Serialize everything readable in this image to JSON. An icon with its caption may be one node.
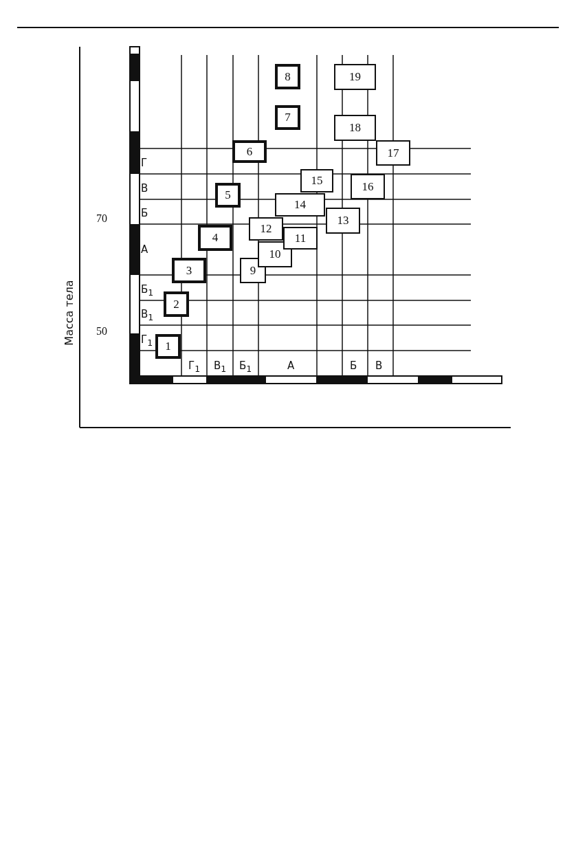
{
  "diagram": {
    "nodes": [
      {
        "text": [
          "1"
        ]
      },
      {
        "text": [
          "2"
        ]
      },
      {
        "text": [
          "3"
        ]
      },
      {
        "text": [
          "4"
        ]
      },
      {
        "text": [
          "5"
        ]
      },
      {
        "text": [
          "6"
        ]
      },
      {
        "text": [
          "7"
        ]
      },
      {
        "text": [
          "8"
        ]
      },
      {
        "text": [
          "9"
        ]
      },
      {
        "text": [
          "10"
        ]
      },
      {
        "text": [
          "11"
        ]
      },
      {
        "text": [
          "12"
        ]
      },
      {
        "text": [
          "13"
        ]
      },
      {
        "text": [
          "14"
        ]
      },
      {
        "text": [
          "15"
        ]
      },
      {
        "text": [
          "16"
        ]
      },
      {
        "text": [
          "17"
        ]
      },
      {
        "text": [
          "18"
        ]
      },
      {
        "text": [
          "19"
        ]
      }
    ],
    "labels": [
      "Г",
      "В",
      "Б",
      "70",
      "А",
      "Б$_{1}$",
      "В$_{1}$",
      "50",
      "Г$_{1}$",
      "Масса тела",
      "Г$_{1}$",
      "В$_{1}$",
      "Б$_{1}$",
      "А",
      "Б",
      "В"
    ]
  }
}
